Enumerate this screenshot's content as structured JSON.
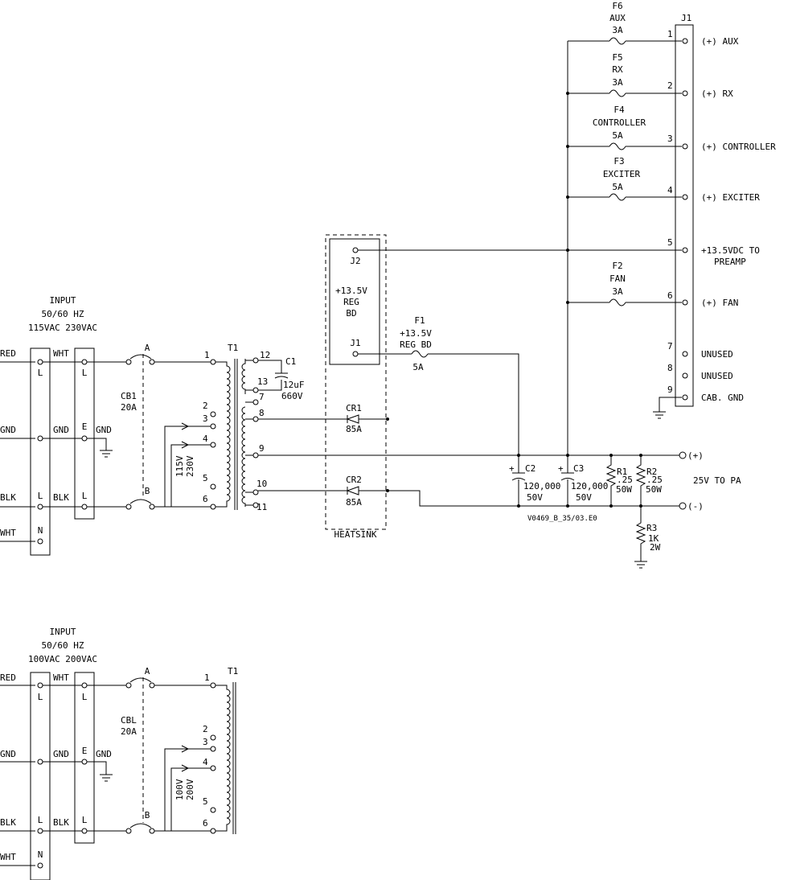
{
  "upper": {
    "input_title": [
      "INPUT",
      "50/60 HZ",
      "115VAC 230VAC"
    ],
    "wire_left": [
      "RED",
      "GND",
      "BLK",
      "WHT"
    ],
    "tb1": [
      "L",
      "",
      "L",
      "N"
    ],
    "wire_mid": [
      "WHT",
      "GND",
      "BLK"
    ],
    "tb2": [
      "L",
      "E",
      "L"
    ],
    "gnd": "GND",
    "cb": [
      "CB1",
      "20A"
    ],
    "cb_poles": [
      "A",
      "B"
    ],
    "tap_volts": [
      "115V",
      "230V"
    ],
    "xfmr_name": "T1",
    "xfmr_pri_pins": [
      "1",
      "2",
      "3",
      "4",
      "5",
      "6"
    ],
    "xfmr_sec_pins": [
      "12",
      "13",
      "7",
      "8",
      "9",
      "10",
      "11"
    ],
    "c1": [
      "C1",
      "12uF",
      "660V"
    ]
  },
  "lower": {
    "input_title": [
      "INPUT",
      "50/60 HZ",
      "100VAC 200VAC"
    ],
    "wire_left": [
      "RED",
      "GND",
      "BLK",
      "WHT"
    ],
    "tb1": [
      "L",
      "",
      "L",
      "N"
    ],
    "wire_mid": [
      "WHT",
      "GND",
      "BLK"
    ],
    "tb2": [
      "L",
      "E",
      "L"
    ],
    "gnd": "GND",
    "cb": [
      "CBL",
      "20A"
    ],
    "cb_poles": [
      "A",
      "B"
    ],
    "tap_volts": [
      "100V",
      "200V"
    ],
    "xfmr_name": "T1",
    "xfmr_pri_pins": [
      "1",
      "2",
      "3",
      "4",
      "5",
      "6"
    ]
  },
  "heatsink": {
    "label": "HEATSINK",
    "reg_board": [
      "+13.5V",
      "REG",
      "BD"
    ],
    "j2": "J2",
    "j1": "J1",
    "cr1": [
      "CR1",
      "85A"
    ],
    "cr2": [
      "CR2",
      "85A"
    ]
  },
  "f1": [
    "F1",
    "+13.5V",
    "REG BD",
    "5A"
  ],
  "c2": [
    "C2",
    "120,000",
    "50V"
  ],
  "c3": [
    "C3",
    "120,000",
    "50V"
  ],
  "r1": [
    "R1",
    ".25",
    "50W"
  ],
  "r2": [
    "R2",
    ".25",
    "50W"
  ],
  "r3": [
    "R3",
    "1K",
    "2W"
  ],
  "output": {
    "plus": "(+)",
    "minus": "(-)",
    "label": "25V TO PA"
  },
  "part_number": "V0469_B_35/03.E0",
  "fuses": [
    {
      "name": "F6",
      "desc": "AUX",
      "rating": "3A"
    },
    {
      "name": "F5",
      "desc": "RX",
      "rating": "3A"
    },
    {
      "name": "F4",
      "desc": "CONTROLLER",
      "rating": "5A"
    },
    {
      "name": "F3",
      "desc": "EXCITER",
      "rating": "5A"
    },
    {
      "name": "F2",
      "desc": "FAN",
      "rating": "3A"
    }
  ],
  "connector": {
    "name": "J1",
    "pins": [
      {
        "num": "1",
        "label": "(+) AUX"
      },
      {
        "num": "2",
        "label": "(+) RX"
      },
      {
        "num": "3",
        "label": "(+) CONTROLLER"
      },
      {
        "num": "4",
        "label": "(+) EXCITER"
      },
      {
        "num": "5",
        "label": "+13.5VDC TO",
        "label2": "PREAMP"
      },
      {
        "num": "6",
        "label": "(+) FAN"
      },
      {
        "num": "7",
        "label": "UNUSED"
      },
      {
        "num": "8",
        "label": "UNUSED"
      },
      {
        "num": "9",
        "label": "CAB. GND"
      }
    ]
  }
}
